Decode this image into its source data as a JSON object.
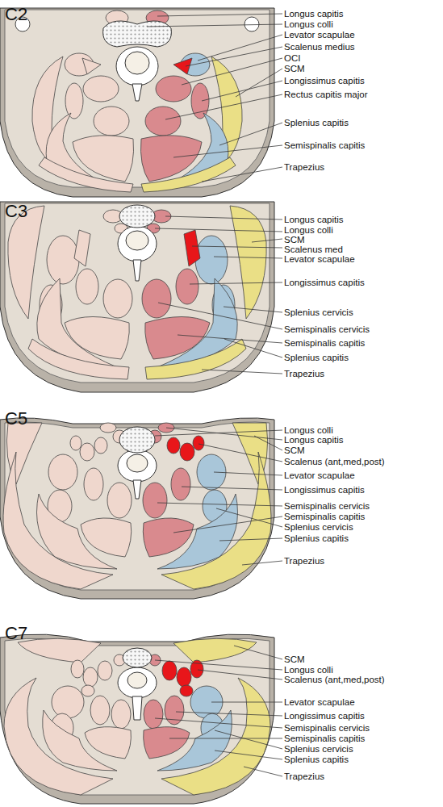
{
  "diagram": {
    "labels": [
      "C2",
      "Longus capitis",
      "Longus colli",
      "Levator scapulae",
      "Scalenus medius",
      "OCI",
      "SCM",
      "Longissimus capitis",
      "Rectus capitis major",
      "Splenius capitis",
      "Semispinalis capitis",
      "Trapezius",
      "C3",
      "Longus capitis",
      "Longus colli",
      "SCM",
      "Scalenus med",
      "Levator scapulae",
      "Longissimus capitis",
      "Splenius cervicis",
      "Semispinalis cervicis",
      "Semispinalis capitis",
      "Splenius capitis",
      "Trapezius",
      "C5",
      "Longus colli",
      "Longus capitis",
      "SCM",
      "Scalenus (ant,med,post)",
      "Levator scapulae",
      "Longissimus capitis",
      "Semispinalis cervicis",
      "Semispinalis capitis",
      "Splenius cervicis",
      "Splenius capitis",
      "Trapezius",
      "C7",
      "SCM",
      "Longus colli",
      "Scalenus (ant,med,post)",
      "Levator scapulae",
      "Longissimus capitis",
      "Semispinalis cervicis",
      "Semispinalis capitis",
      "Splenius cervicis",
      "Splenius capitis",
      "Trapezius"
    ]
  }
}
